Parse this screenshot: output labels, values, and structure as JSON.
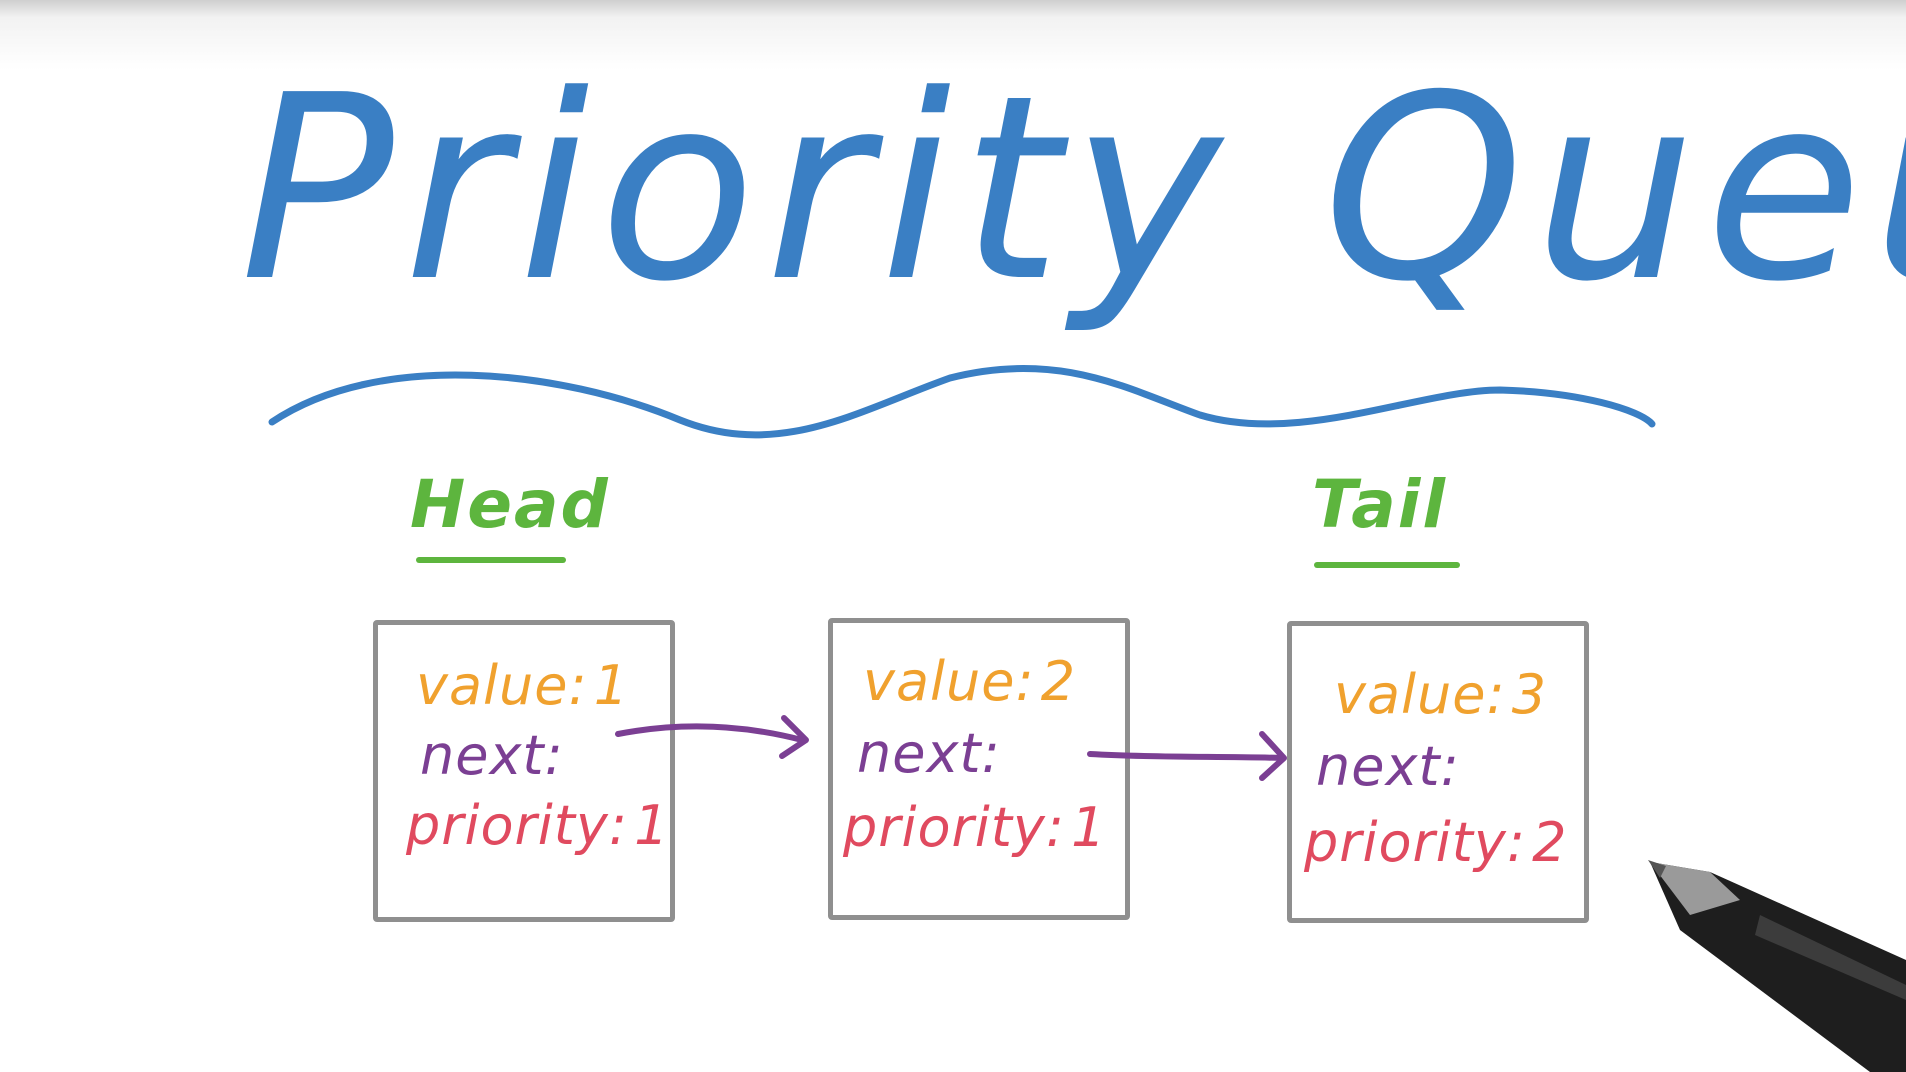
{
  "title": "Priority Queue",
  "head_label": "Head",
  "tail_label": "Tail",
  "nodes": [
    {
      "value_label": "value",
      "value": "1",
      "next_label": "next",
      "priority_label": "priority",
      "priority": "1"
    },
    {
      "value_label": "value",
      "value": "2",
      "next_label": "next",
      "priority_label": "priority",
      "priority": "1"
    },
    {
      "value_label": "value",
      "value": "3",
      "next_label": "next",
      "priority_label": "priority",
      "priority": "2"
    }
  ],
  "colors": {
    "title": "#3a7fc4",
    "labels": "#5db53e",
    "value": "#f0a12e",
    "next": "#7b3f93",
    "priority": "#e04a5f",
    "box_border": "#8f8f8f"
  },
  "icons": [
    "arrow-icon",
    "pen-icon"
  ]
}
